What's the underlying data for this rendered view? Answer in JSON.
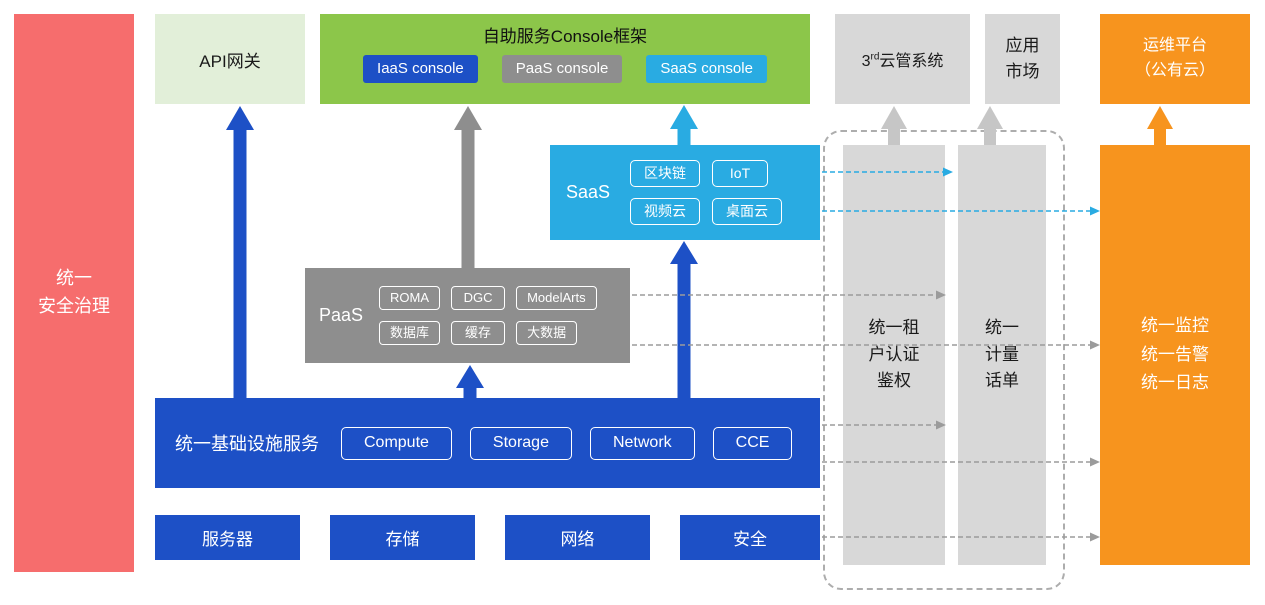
{
  "palette": {
    "red": "#F66D6D",
    "light_green": "#E2EFD9",
    "green": "#8CC64A",
    "blue": "#1D50C6",
    "gray": "#8E8E8E",
    "light_gray": "#D8D8D8",
    "cyan": "#29ABE2",
    "orange": "#F7941E"
  },
  "security_bar": {
    "label": "统一\n安全治理"
  },
  "api_gateway": {
    "label": "API网关"
  },
  "console": {
    "title": "自助服务Console框架",
    "items": [
      {
        "label": "IaaS console"
      },
      {
        "label": "PaaS console"
      },
      {
        "label": "SaaS console"
      }
    ]
  },
  "third_party": {
    "base": "3",
    "sup": "rd",
    "rest": "云管系统"
  },
  "app_market": {
    "label": "应用\n市场"
  },
  "om_platform": {
    "label": "运维平台\n（公有云）"
  },
  "saas": {
    "label": "SaaS",
    "chips": [
      "区块链",
      "IoT",
      "视频云",
      "桌面云"
    ]
  },
  "paas": {
    "label": "PaaS",
    "chips": [
      "ROMA",
      "DGC",
      "ModelArts",
      "数据库",
      "缓存",
      "大数据"
    ]
  },
  "infra": {
    "label": "统一基础设施服务",
    "chips": [
      "Compute",
      "Storage",
      "Network",
      "CCE"
    ]
  },
  "hardware": {
    "items": [
      "服务器",
      "存储",
      "网络",
      "安全"
    ]
  },
  "tenant_auth_bar": {
    "label": "统一租\n户认证\n鉴权"
  },
  "metering_bar": {
    "label": "统一\n计量\n话单"
  },
  "monitoring_bar": {
    "label": "统一监控\n统一告警\n统一日志"
  }
}
